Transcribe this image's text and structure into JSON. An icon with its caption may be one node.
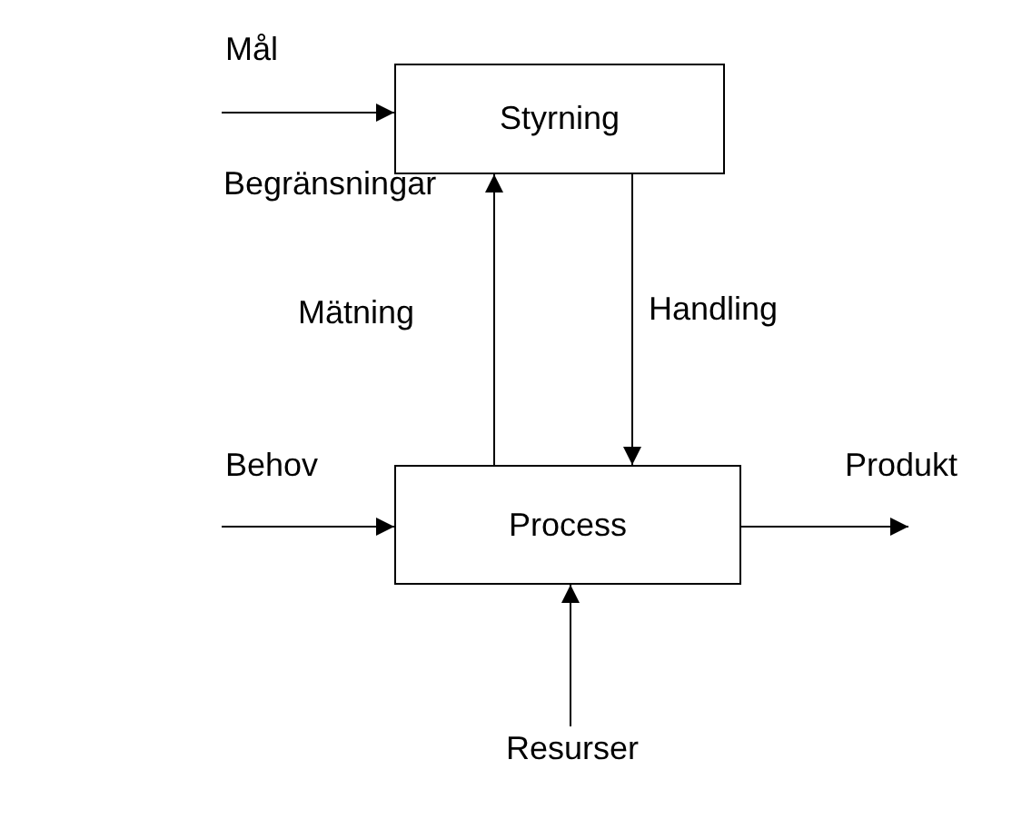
{
  "diagram": {
    "nodes": [
      {
        "text": [
          "Styrning"
        ]
      },
      {
        "text": [
          "Process"
        ]
      },
      {
        "text": [
          "Resurser"
        ]
      }
    ],
    "edges": [
      {
        "from": null,
        "to": 0,
        "arrow": "to",
        "label": "Mål"
      },
      {
        "from": 1,
        "to": 0,
        "arrow": "to",
        "label": "Mätning"
      },
      {
        "from": 0,
        "to": 1,
        "arrow": "to",
        "label": "Handling"
      },
      {
        "from": null,
        "to": 1,
        "arrow": "to",
        "label": "Behov"
      },
      {
        "from": 1,
        "to": null,
        "arrow": "to",
        "label": "Produkt"
      },
      {
        "from": 2,
        "to": 1,
        "arrow": "to"
      }
    ],
    "labels": [
      "Begränsningar"
    ]
  }
}
